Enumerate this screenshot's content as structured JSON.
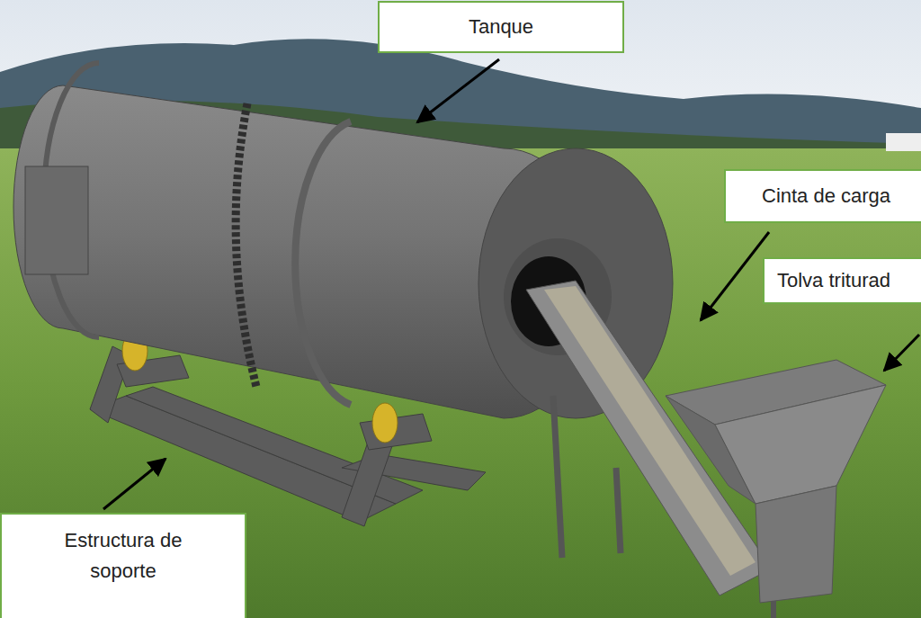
{
  "diagram": {
    "nodes": [
      {
        "text": [
          "Tanque"
        ]
      },
      {
        "text": [
          "Cinta de carga"
        ]
      },
      {
        "text": [
          "Tolva triturad"
        ]
      },
      {
        "text": [
          "Estructura de soporte"
        ]
      }
    ]
  }
}
